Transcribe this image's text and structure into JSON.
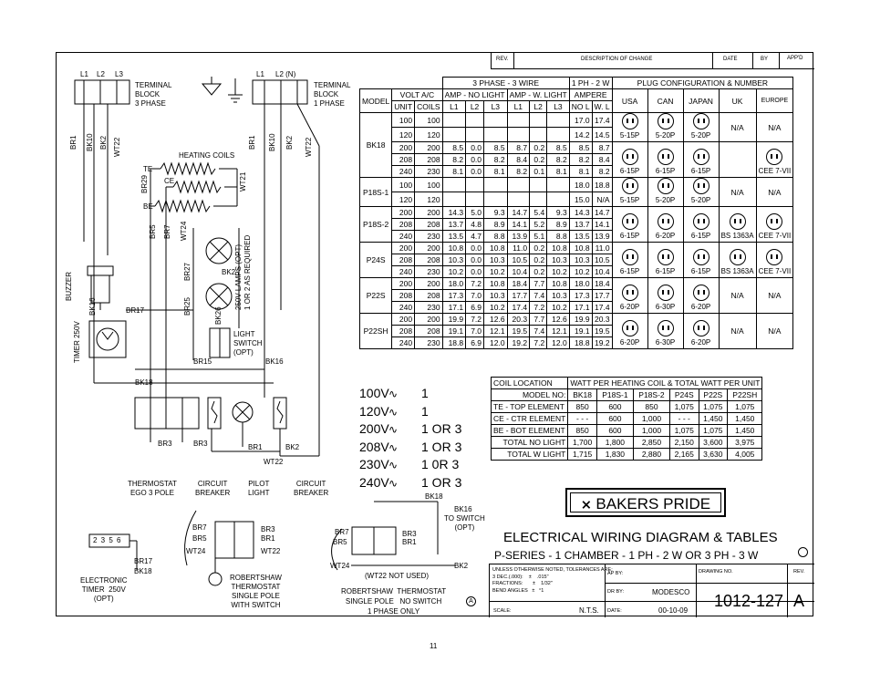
{
  "header_block": {
    "rev": "REV.",
    "desc": "DESCRIPTION OF CHANGE",
    "date": "DATE",
    "by": "BY",
    "appd": "APP'D"
  },
  "schematic": {
    "l1": "L1",
    "l2": "L2",
    "l3": "L3",
    "l1b": "L1",
    "l2n": "L2 (N)",
    "terminal3": "TERMINAL\nBLOCK\n3 PHASE",
    "terminal1": "TERMINAL\nBLOCK\n1 PHASE",
    "heating_coils": "HEATING COILS",
    "te": "TE",
    "ce": "CE",
    "be": "BE",
    "buzzer": "BUZZER",
    "timer": "TIMER 250V",
    "lamps": "250V LAMPS (OPT)\n1 OR 2 AS REQUIRED",
    "light_switch": "LIGHT\nSWITCH\n(OPT)",
    "wires": [
      "BR1",
      "BK10",
      "BK2",
      "WT22",
      "BR1",
      "BK10",
      "BK2",
      "WT22",
      "BR29",
      "WT21",
      "BR5",
      "BR7",
      "WT24",
      "BR27",
      "BK2",
      "BR25",
      "BK26",
      "BK16",
      "BR17",
      "BR15",
      "BK16",
      "BK18",
      "BR3",
      "BR3",
      "BR1",
      "BK2",
      "WT22"
    ],
    "thermostat": "THERMOSTAT\nEGO 3 POLE",
    "circuit_breaker": "CIRCUIT\nBREAKER",
    "pilot_light": "PILOT\nLIGHT",
    "circuit_breaker2": "CIRCUIT\nBREAKER"
  },
  "voltage_list": [
    {
      "v": "100V",
      "n": "1"
    },
    {
      "v": "120V",
      "n": "1"
    },
    {
      "v": "200V",
      "n": "1 OR 3"
    },
    {
      "v": "208V",
      "n": "1 OR 3"
    },
    {
      "v": "230V",
      "n": "1 0R 3"
    },
    {
      "v": "240V",
      "n": "1 OR 3"
    }
  ],
  "main_table": {
    "h_3phase": "3 PHASE - 3 WIRE",
    "h_1ph": "1 PH - 2 W",
    "h_plug": "PLUG CONFIGURATION & NUMBER",
    "h_model": "MODEL",
    "h_volt": "VOLT A/C",
    "h_noload": "AMP - NO LIGHT",
    "h_wlight": "AMP - W. LIGHT",
    "h_ampere": "AMPERE",
    "h_usa": "USA",
    "h_can": "CAN",
    "h_japan": "JAPAN",
    "h_uk": "UK",
    "h_europe": "EUROPE",
    "h_unit": "UNIT",
    "h_coils": "COILS",
    "l1": "L1",
    "l2": "L2",
    "l3": "L3",
    "nol": "NO L",
    "wl": "W. L",
    "groups": [
      {
        "model": "BK18",
        "rows": [
          [
            "100",
            "100",
            "",
            "",
            "",
            "",
            "",
            "",
            "17.0",
            "17.4"
          ],
          [
            "120",
            "120",
            "",
            "",
            "",
            "",
            "",
            "",
            "14.2",
            "14.5"
          ],
          [
            "200",
            "200",
            "8.5",
            "0.0",
            "8.5",
            "8.7",
            "0.2",
            "8.5",
            "8.5",
            "8.7"
          ],
          [
            "208",
            "208",
            "8.2",
            "0.0",
            "8.2",
            "8.4",
            "0.2",
            "8.2",
            "8.2",
            "8.4"
          ],
          [
            "240",
            "230",
            "8.1",
            "0.0",
            "8.1",
            "8.2",
            "0.1",
            "8.1",
            "8.1",
            "8.2"
          ]
        ],
        "plugs1": [
          "5-15P",
          "5-20P",
          "5-20P",
          "N/A",
          "N/A"
        ],
        "plugs2": [
          "6-15P",
          "6-15P",
          "6-15P",
          "",
          "CEE 7-VII"
        ]
      },
      {
        "model": "P18S-1",
        "rows": [
          [
            "100",
            "100",
            "",
            "",
            "",
            "",
            "",
            "",
            "18.0",
            "18.8"
          ],
          [
            "120",
            "120",
            "",
            "",
            "",
            "",
            "",
            "",
            "15.0",
            "N/A"
          ]
        ],
        "plugs1": [
          "5-15P",
          "5-20P",
          "5-20P",
          "N/A",
          "N/A"
        ]
      },
      {
        "model": "P18S-2",
        "rows": [
          [
            "200",
            "200",
            "14.3",
            "5.0",
            "9.3",
            "14.7",
            "5.4",
            "9.3",
            "14.3",
            "14.7"
          ],
          [
            "208",
            "208",
            "13.7",
            "4.8",
            "8.9",
            "14.1",
            "5.2",
            "8.9",
            "13.7",
            "14.1"
          ],
          [
            "240",
            "230",
            "13.5",
            "4.7",
            "8.8",
            "13.9",
            "5.1",
            "8.8",
            "13.5",
            "13.9"
          ]
        ],
        "plugs2": [
          "6-15P",
          "6-20P",
          "6-15P",
          "BS 1363A",
          "CEE 7-VII"
        ]
      },
      {
        "model": "P24S",
        "rows": [
          [
            "200",
            "200",
            "10.8",
            "0.0",
            "10.8",
            "11.0",
            "0.2",
            "10.8",
            "10.8",
            "11.0"
          ],
          [
            "208",
            "208",
            "10.3",
            "0.0",
            "10.3",
            "10.5",
            "0.2",
            "10.3",
            "10.3",
            "10.5"
          ],
          [
            "240",
            "230",
            "10.2",
            "0.0",
            "10.2",
            "10.4",
            "0.2",
            "10.2",
            "10.2",
            "10.4"
          ]
        ],
        "plugs2": [
          "6-15P",
          "6-15P",
          "6-15P",
          "BS 1363A",
          "CEE 7-VII"
        ]
      },
      {
        "model": "P22S",
        "rows": [
          [
            "200",
            "200",
            "18.0",
            "7.2",
            "10.8",
            "18.4",
            "7.7",
            "10.8",
            "18.0",
            "18.4"
          ],
          [
            "208",
            "208",
            "17.3",
            "7.0",
            "10.3",
            "17.7",
            "7.4",
            "10.3",
            "17.3",
            "17.7"
          ],
          [
            "240",
            "230",
            "17.1",
            "6.9",
            "10.2",
            "17.4",
            "7.2",
            "10.2",
            "17.1",
            "17.4"
          ]
        ],
        "plugs2": [
          "6-20P",
          "6-30P",
          "6-20P",
          "N/A",
          "N/A"
        ]
      },
      {
        "model": "P22SH",
        "rows": [
          [
            "200",
            "200",
            "19.9",
            "7.2",
            "12.6",
            "20.3",
            "7.7",
            "12.6",
            "19.9",
            "20.3"
          ],
          [
            "208",
            "208",
            "19.1",
            "7.0",
            "12.1",
            "19.5",
            "7.4",
            "12.1",
            "19.1",
            "19.5"
          ],
          [
            "240",
            "230",
            "18.8",
            "6.9",
            "12.0",
            "19.2",
            "7.2",
            "12.0",
            "18.8",
            "19.2"
          ]
        ],
        "plugs2": [
          "6-20P",
          "6-30P",
          "6-20P",
          "N/A",
          "N/A"
        ]
      }
    ]
  },
  "coil_table": {
    "h_loc": "COIL LOCATION",
    "h_watt": "WATT PER HEATING COIL  &  TOTAL WATT PER UNIT",
    "h_model": "MODEL NO:",
    "models": [
      "BK18",
      "P18S-1",
      "P18S-2",
      "P24S",
      "P22S",
      "P22SH"
    ],
    "rows": [
      {
        "label": "TE - TOP ELEMENT",
        "vals": [
          "850",
          "600",
          "850",
          "1,075",
          "1,075",
          "1,075"
        ]
      },
      {
        "label": "CE - CTR ELEMENT",
        "vals": [
          "- - -",
          "600",
          "1,000",
          "- - -",
          "1,450",
          "1,450"
        ]
      },
      {
        "label": "BE - BOT ELEMENT",
        "vals": [
          "850",
          "600",
          "1,000",
          "1,075",
          "1,075",
          "1,450"
        ]
      },
      {
        "label": "TOTAL NO LIGHT",
        "vals": [
          "1,700",
          "1,800",
          "2,850",
          "2,150",
          "3,600",
          "3,975"
        ]
      },
      {
        "label": "TOTAL W LIGHT",
        "vals": [
          "1,715",
          "1,830",
          "2,880",
          "2,165",
          "3,630",
          "4,005"
        ]
      }
    ]
  },
  "brand": "BAKERS PRIDE",
  "title1": "ELECTRICAL WIRING DIAGRAM & TABLES",
  "title2": "P-SERIES -  1 CHAMBER - 1 PH - 2 W OR 3 PH - 3 W",
  "lower": {
    "timer_pins": "2 3 5 6",
    "br17": "BR17",
    "bk18": "BK18",
    "electronic_timer": "ELECTRONIC\nTIMER  250V\n(OPT)",
    "br7": "BR7",
    "br5": "BR5",
    "wt24": "WT24",
    "br3": "BR3",
    "br1": "BR1",
    "wt22": "WT22",
    "robertshaw1": "ROBERTSHAW\nTHERMOSTAT\nSINGLE POLE\nWITH SWITCH",
    "bk18b": "BK18",
    "bk16": "BK16",
    "to_switch": "TO SWITCH\n(OPT)",
    "bk2": "BK2",
    "wt22nu": "(WT22 NOT USED)",
    "robertshaw2": "ROBERTSHAW  THERMOSTAT\nSINGLE POLE   NO SWITCH\n1 PHASE ONLY",
    "circle_a": "A"
  },
  "titleblock": {
    "tol": "UNLESS OTHERWISE NOTED, TOLERANCES ARE:\n3 DEC.(.000):    ±    .015\"\nFRACTIONS:       ±    1/32\"\nBEND ANGLES   ±   °1",
    "ap_by": "AP BY:",
    "dr_by": "DR BY:",
    "drawn_by": "MODESCO",
    "drawing_no": "DRAWING NO.",
    "rev": "REV.",
    "scale": "SCALE:",
    "scale_val": "N.T.S.",
    "date": "DATE:",
    "date_val": "00-10-09",
    "dwg": "1012-127",
    "rev_val": "A"
  },
  "page_number": "11"
}
